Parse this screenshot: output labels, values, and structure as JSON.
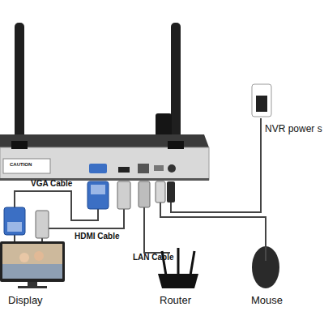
{
  "diagram": {
    "labels": [
      "CAUTION",
      "NVR power s",
      "VGA Cable",
      "HDMI Cable",
      "LAN Cable",
      "Display",
      "Router",
      "Mouse"
    ]
  }
}
